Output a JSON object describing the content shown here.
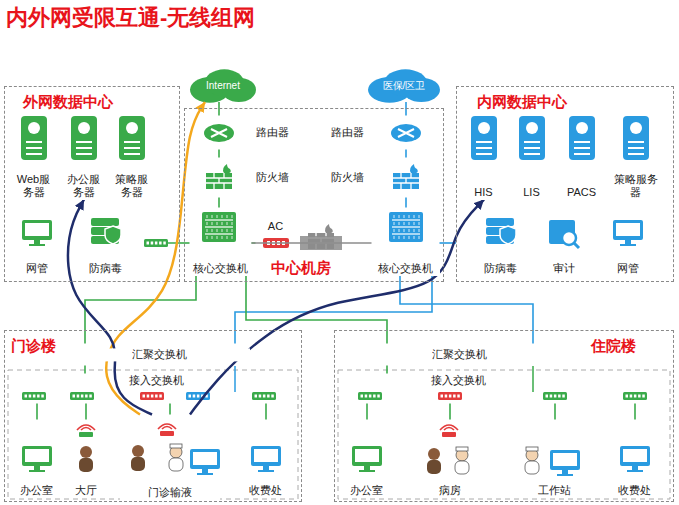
{
  "diagram": {
    "title": "内外网受限互通-无线组网",
    "nodes": [
      {
        "text": [
          "外网数据中心"
        ]
      },
      {
        "text": [
          "Web服务器"
        ],
        "in": 0
      },
      {
        "text": [
          "办公服务器"
        ],
        "in": 0
      },
      {
        "text": [
          "策略服务器"
        ],
        "in": 0
      },
      {
        "text": [
          "网管"
        ],
        "in": 0
      },
      {
        "text": [
          "防病毒"
        ],
        "in": 0
      },
      {
        "text": [
          "Internet"
        ]
      },
      {
        "text": [
          "医保/区卫"
        ]
      },
      {
        "text": [
          "中心机房"
        ]
      },
      {
        "text": [
          "路由器"
        ],
        "in": 8
      },
      {
        "text": [
          "防火墙"
        ],
        "in": 8
      },
      {
        "text": [
          "核心交换机"
        ],
        "in": 8
      },
      {
        "text": [
          "AC"
        ],
        "in": 8
      },
      {
        "text": [
          "路由器"
        ],
        "in": 8
      },
      {
        "text": [
          "防火墙"
        ],
        "in": 8
      },
      {
        "text": [
          "核心交换机"
        ],
        "in": 8
      },
      {
        "text": [
          "内网数据中心"
        ]
      },
      {
        "text": [
          "HIS"
        ],
        "in": 16
      },
      {
        "text": [
          "LIS"
        ],
        "in": 16
      },
      {
        "text": [
          "PACS"
        ],
        "in": 16
      },
      {
        "text": [
          "策略服务器"
        ],
        "in": 16
      },
      {
        "text": [
          "防病毒"
        ],
        "in": 16
      },
      {
        "text": [
          "审计"
        ],
        "in": 16
      },
      {
        "text": [
          "网管"
        ],
        "in": 16
      },
      {
        "text": [
          "门诊楼"
        ]
      },
      {
        "text": [
          "汇聚交换机"
        ],
        "in": 24
      },
      {
        "text": [
          "接入交换机"
        ],
        "in": 24
      },
      {
        "text": [
          "办公室"
        ],
        "in": 24
      },
      {
        "text": [
          "大厅"
        ],
        "in": 24
      },
      {
        "text": [
          "门诊输液"
        ],
        "in": 24
      },
      {
        "text": [
          "收费处"
        ],
        "in": 24
      },
      {
        "text": [
          "住院楼"
        ]
      },
      {
        "text": [
          "汇聚交换机"
        ],
        "in": 31
      },
      {
        "text": [
          "接入交换机"
        ],
        "in": 31
      },
      {
        "text": [
          "办公室"
        ],
        "in": 31
      },
      {
        "text": [
          "病房"
        ],
        "in": 31
      },
      {
        "text": [
          "工作站"
        ],
        "in": 31
      },
      {
        "text": [
          "收费处"
        ],
        "in": 31
      }
    ],
    "edges": [
      {
        "from": 6,
        "to": 9,
        "arrow": "none"
      },
      {
        "from": 9,
        "to": 10,
        "arrow": "none"
      },
      {
        "from": 10,
        "to": 11,
        "arrow": "none"
      },
      {
        "from": 11,
        "to": 12,
        "arrow": "none"
      },
      {
        "from": 11,
        "to": 15,
        "arrow": "none"
      },
      {
        "from": 11,
        "to": 0,
        "arrow": "none"
      },
      {
        "from": 7,
        "to": 13,
        "arrow": "none"
      },
      {
        "from": 13,
        "to": 14,
        "arrow": "none"
      },
      {
        "from": 14,
        "to": 15,
        "arrow": "none"
      },
      {
        "from": 15,
        "to": 16,
        "arrow": "none"
      },
      {
        "from": 11,
        "to": 25,
        "arrow": "none"
      },
      {
        "from": 15,
        "to": 25,
        "arrow": "none"
      },
      {
        "from": 11,
        "to": 32,
        "arrow": "none"
      },
      {
        "from": 15,
        "to": 32,
        "arrow": "none"
      },
      {
        "from": 25,
        "to": 26,
        "arrow": "none"
      },
      {
        "from": 32,
        "to": 33,
        "arrow": "none"
      },
      {
        "from": 26,
        "to": 27,
        "arrow": "none"
      },
      {
        "from": 26,
        "to": 28,
        "arrow": "none"
      },
      {
        "from": 26,
        "to": 29,
        "arrow": "none"
      },
      {
        "from": 26,
        "to": 30,
        "arrow": "none"
      },
      {
        "from": 33,
        "to": 34,
        "arrow": "none"
      },
      {
        "from": 33,
        "to": 35,
        "arrow": "none"
      },
      {
        "from": 33,
        "to": 36,
        "arrow": "none"
      },
      {
        "from": 33,
        "to": 37,
        "arrow": "none"
      },
      {
        "from": 29,
        "to": 6,
        "arrow": "to"
      },
      {
        "from": 29,
        "to": 2,
        "arrow": "to"
      },
      {
        "from": 29,
        "to": 17,
        "arrow": "to"
      }
    ]
  }
}
